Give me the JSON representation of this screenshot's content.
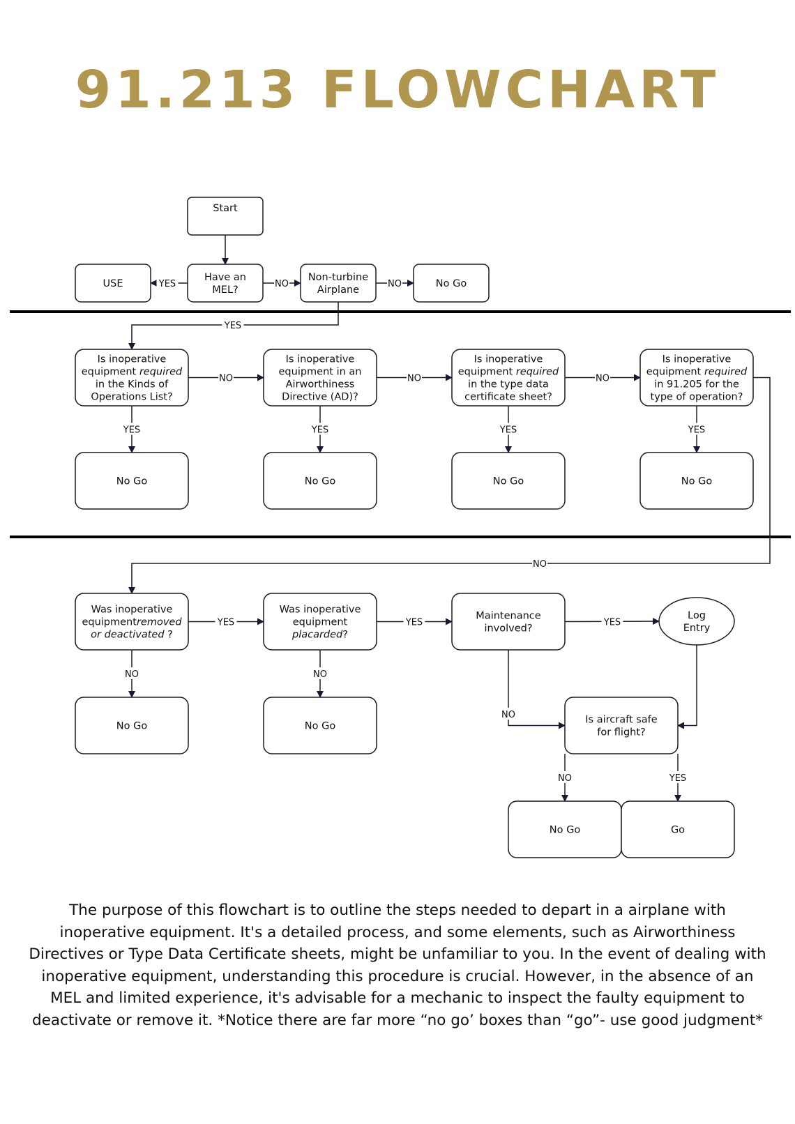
{
  "page": {
    "title": "91.213 FLOWCHART",
    "title_color": "#b1964f",
    "description": "The purpose of this flowchart is to outline the steps needed to depart in a airplane with inoperative equipment. It's a detailed process, and some elements, such as Airworthiness Directives or Type Data Certificate sheets, might be unfamiliar to you. In the event of dealing with inoperative equipment, understanding this procedure is crucial. However, in the absence of an MEL and limited experience, it's advisable for a mechanic to inspect the faulty equipment to deactivate or remove it. *Notice there are far more “no go’ boxes than “go”- use good judgment*"
  },
  "nodes": {
    "start": [
      "Start"
    ],
    "use": [
      "USE"
    ],
    "have_mel": [
      "Have an",
      "MEL?"
    ],
    "non_turbine": [
      "Non-turbine",
      "Airplane"
    ],
    "nogo_top": [
      "No Go"
    ],
    "q_kol": [
      [
        "Is inoperative"
      ],
      [
        "equipment ",
        "*required"
      ],
      [
        "in the Kinds of"
      ],
      [
        "Operations List?"
      ]
    ],
    "q_ad": [
      "Is inoperative",
      "equipment in an",
      "Airworthiness",
      "Directive (AD)?"
    ],
    "q_tcds": [
      [
        "Is inoperative"
      ],
      [
        "equipment ",
        "*required"
      ],
      [
        "in the type data"
      ],
      [
        "certificate sheet?"
      ]
    ],
    "q_91205": [
      [
        "Is inoperative"
      ],
      [
        "equipment ",
        "*required"
      ],
      [
        "in 91.205 for the"
      ],
      [
        "type of operation?"
      ]
    ],
    "nogo_1": [
      "No Go"
    ],
    "nogo_2": [
      "No Go"
    ],
    "nogo_3": [
      "No Go"
    ],
    "nogo_4": [
      "No Go"
    ],
    "q_removed": [
      [
        "Was inoperative"
      ],
      [
        "equipment",
        "*removed"
      ],
      [
        "*or deactivated",
        " ?"
      ]
    ],
    "q_placarded": [
      [
        "Was inoperative"
      ],
      [
        "equipment"
      ],
      [
        "*placarded",
        "?"
      ]
    ],
    "q_maint": [
      "Maintenance",
      "involved?"
    ],
    "log_entry": [
      "Log",
      "Entry"
    ],
    "nogo_5": [
      "No Go"
    ],
    "nogo_6": [
      "No Go"
    ],
    "q_safe": [
      "Is aircraft safe",
      "for flight?"
    ],
    "nogo_7": [
      "No Go"
    ],
    "go": [
      "Go"
    ]
  },
  "edge_labels": {
    "yes": "YES",
    "no": "NO"
  }
}
